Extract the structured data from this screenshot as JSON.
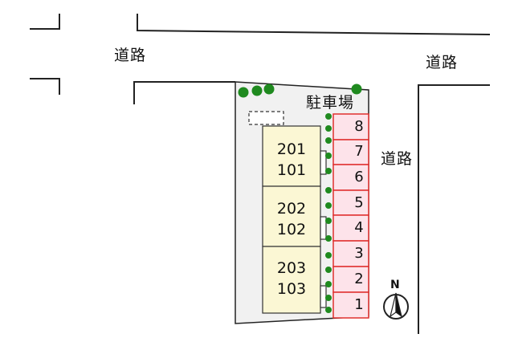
{
  "labels": {
    "road_top_left": "道路",
    "road_top_right": "道路",
    "road_right": "道路",
    "parking": "駐車場",
    "north": "N"
  },
  "buildings": [
    {
      "upper": "201",
      "lower": "101"
    },
    {
      "upper": "202",
      "lower": "102"
    },
    {
      "upper": "203",
      "lower": "103"
    }
  ],
  "parking_spaces": [
    "8",
    "7",
    "6",
    "5",
    "4",
    "3",
    "2",
    "1"
  ],
  "colors": {
    "lot_fill": "#f1f1f1",
    "building_fill": "#fbf7d4",
    "parking_fill": "#fde3ea",
    "parking_stroke": "#e0302e",
    "tree": "#1f8a1f",
    "line": "#222222"
  },
  "icons": {
    "north": "north-arrow-icon",
    "tree": "tree-icon",
    "shrub": "shrub-icon",
    "storage": "dashed-outline-box"
  }
}
